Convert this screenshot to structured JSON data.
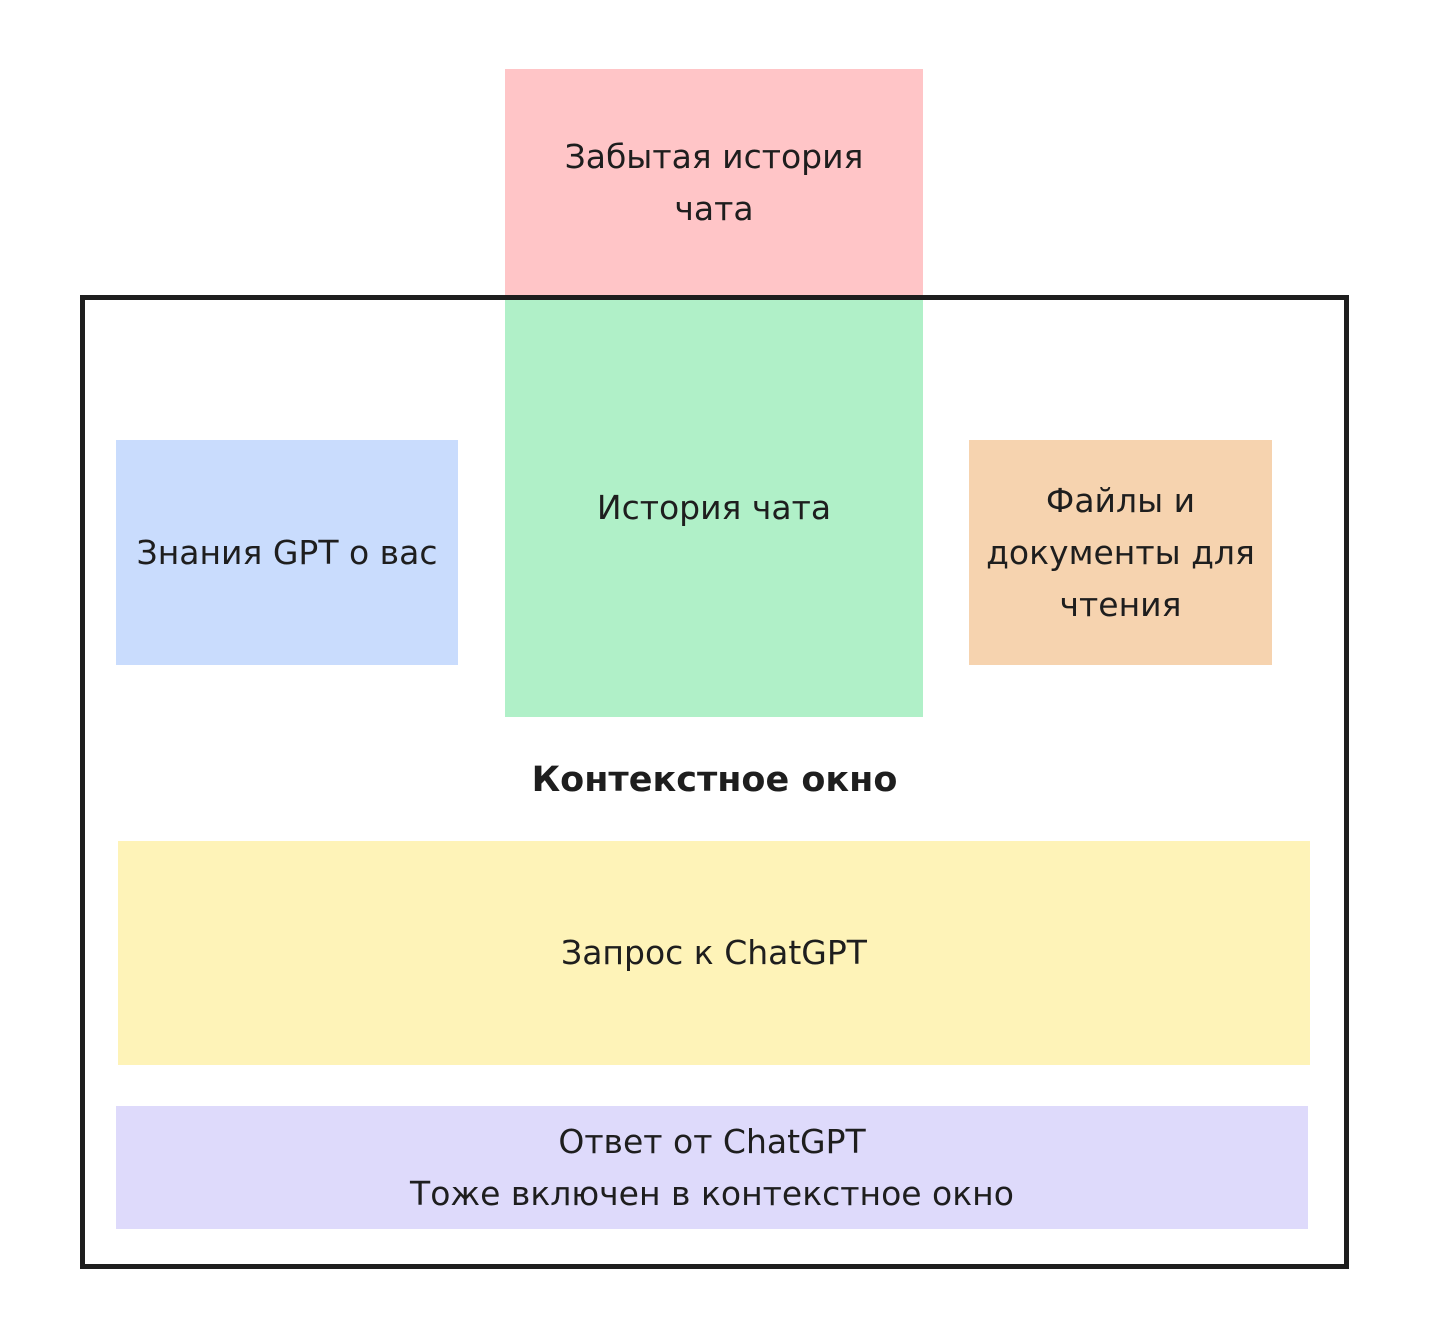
{
  "boxes": {
    "forgotten_history": {
      "label_line1": "Забытая история",
      "label_line2": "чата",
      "color": "#ffc5c7"
    },
    "chat_history": {
      "label": "История чата",
      "color": "#b0f0c8"
    },
    "gpt_knowledge": {
      "label": "Знания GPT о вас",
      "color": "#c9dcfd"
    },
    "files": {
      "label_line1": "Файлы и",
      "label_line2": "документы для",
      "label_line3": "чтения",
      "color": "#f6d3af"
    },
    "request": {
      "label": "Запрос к ChatGPT",
      "color": "#fef3b8"
    },
    "response": {
      "label_line1": "Ответ от ChatGPT",
      "label_line2": "Тоже включен в контекстное окно",
      "color": "#dedafb"
    }
  },
  "context_window": {
    "title": "Контекстное окно"
  }
}
